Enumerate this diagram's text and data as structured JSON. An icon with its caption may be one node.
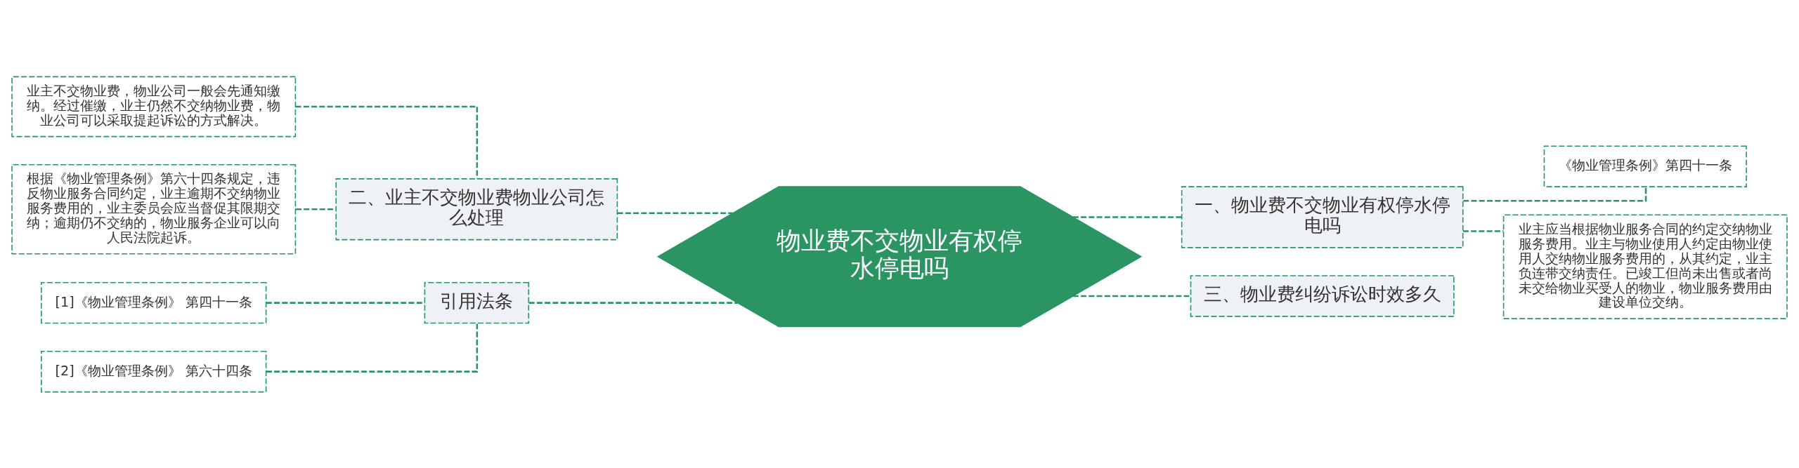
{
  "diagram": {
    "nodes": [
      {
        "text": [
          "物业费不交物业有权停水停电吗"
        ]
      },
      {
        "text": [
          "二、业主不交物业费物业公司怎么处理"
        ]
      },
      {
        "text": [
          "业主不交物业费，物业公司一般会先通知缴纳。经过催缴，业主仍然不交纳物业费，物业公司可以采取提起诉讼的方式解决。"
        ]
      },
      {
        "text": [
          "根据《物业管理条例》第六十四条规定，违反物业服务合同约定，业主逾期不交纳物业服务费用的，业主委员会应当督促其限期交纳；逾期仍不交纳的，物业服务企业可以向人民法院起诉。"
        ]
      },
      {
        "text": [
          "引用法条"
        ]
      },
      {
        "text": [
          "[1]《物业管理条例》 第四十一条"
        ]
      },
      {
        "text": [
          "[2]《物业管理条例》 第六十四条"
        ]
      },
      {
        "text": [
          "一、物业费不交物业有权停水停电吗"
        ]
      },
      {
        "text": [
          "《物业管理条例》第四十一条"
        ]
      },
      {
        "text": [
          "业主应当根据物业服务合同的约定交纳物业服务费用。业主与物业使用人约定由物业使用人交纳物业服务费用的，从其约定，业主负连带交纳责任。已竣工但尚未出售或者尚未交给物业买受人的物业，物业服务费用由建设单位交纳。"
        ]
      },
      {
        "text": [
          "三、物业费纠纷诉讼时效多久"
        ]
      }
    ],
    "edges": [
      {
        "from": 0,
        "to": 1,
        "arrow": "none"
      },
      {
        "from": 1,
        "to": 2,
        "arrow": "none"
      },
      {
        "from": 1,
        "to": 3,
        "arrow": "none"
      },
      {
        "from": 0,
        "to": 4,
        "arrow": "none"
      },
      {
        "from": 4,
        "to": 5,
        "arrow": "none"
      },
      {
        "from": 4,
        "to": 6,
        "arrow": "none"
      },
      {
        "from": 0,
        "to": 7,
        "arrow": "none"
      },
      {
        "from": 7,
        "to": 8,
        "arrow": "none"
      },
      {
        "from": 7,
        "to": 9,
        "arrow": "none"
      },
      {
        "from": 0,
        "to": 10,
        "arrow": "none"
      }
    ]
  }
}
